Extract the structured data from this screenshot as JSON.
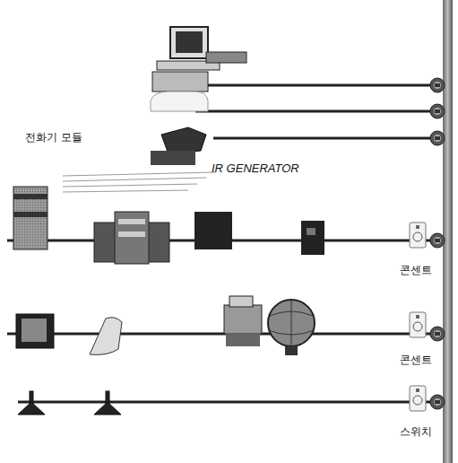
{
  "diagram": {
    "labels": [
      "전화기 모듈",
      "IR GENERATOR",
      "콘센트",
      "콘센트",
      "스위치"
    ]
  }
}
